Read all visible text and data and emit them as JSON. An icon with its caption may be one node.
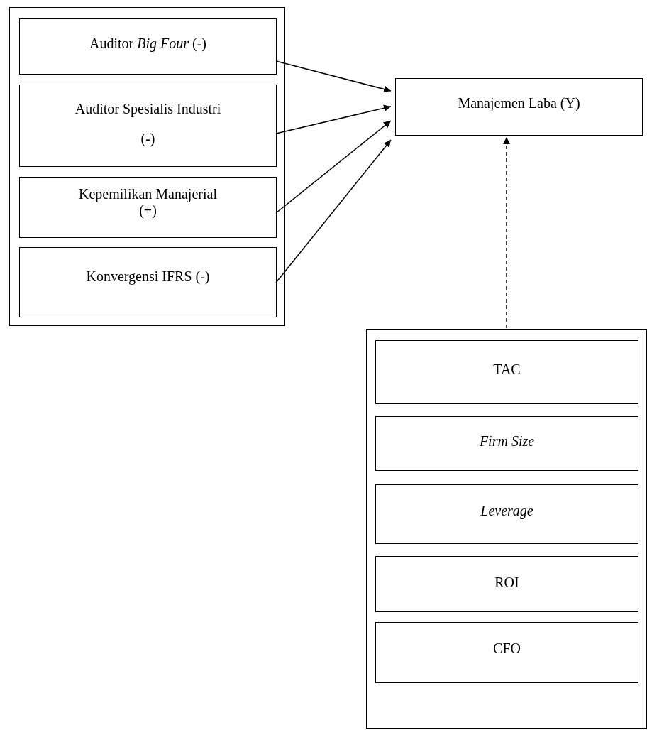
{
  "diagram": {
    "nodes": [
      {
        "text": [],
        "shape": "box"
      },
      {
        "text": [
          "Auditor *Big Four*  (-)"
        ],
        "in": 0
      },
      {
        "text": [
          "Auditor Spesialis Industri (-)"
        ],
        "in": 0
      },
      {
        "text": [
          "Kepemilikan Manajerial (+)"
        ],
        "in": 0
      },
      {
        "text": [
          "Konvergensi IFRS (-)"
        ],
        "in": 0
      },
      {
        "text": [
          "Manajemen Laba (Y)"
        ]
      },
      {
        "text": [],
        "shape": "box"
      },
      {
        "text": [
          "TAC"
        ],
        "in": 6
      },
      {
        "text": [
          "Firm Size"
        ],
        "in": 6
      },
      {
        "text": [
          "Leverage"
        ],
        "in": 6
      },
      {
        "text": [
          "ROI"
        ],
        "in": 6
      },
      {
        "text": [
          "CFO"
        ],
        "in": 6
      }
    ],
    "edges": [
      {
        "from": 1,
        "to": 5,
        "arrow": "to"
      },
      {
        "from": 2,
        "to": 5,
        "arrow": "to"
      },
      {
        "from": 3,
        "to": 5,
        "arrow": "to"
      },
      {
        "from": 4,
        "to": 5,
        "arrow": "to"
      },
      {
        "from": 6,
        "to": 5,
        "arrow": "to",
        "style": "dashed"
      }
    ]
  }
}
